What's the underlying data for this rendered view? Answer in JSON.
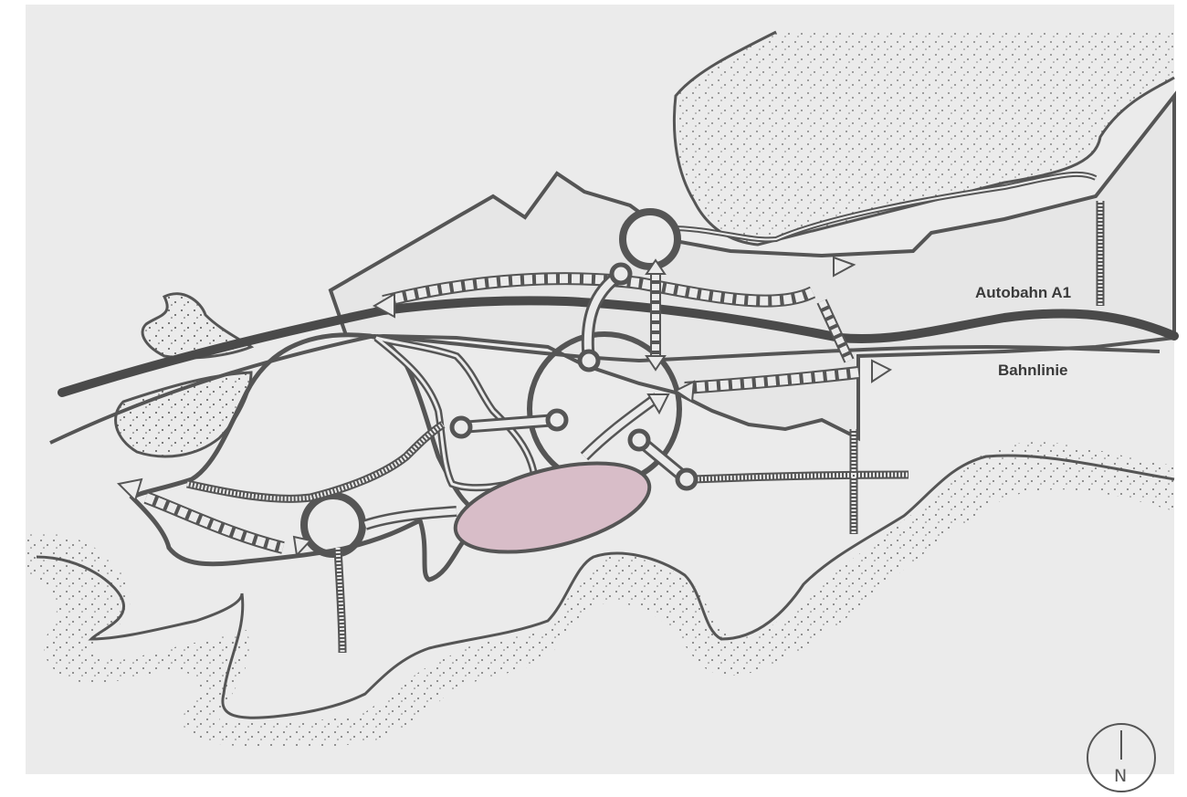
{
  "labels": {
    "motorway": "Autobahn A1",
    "railway": "Bahnlinie",
    "north": "N"
  },
  "legend_colors": {
    "background": "#ebebeb",
    "district_fill": "#e6e6e6",
    "line": "#555555",
    "centre_highlight": "#d8bdc8"
  },
  "icons": [
    "north-arrow-icon",
    "arrow-icon",
    "pedestrian-link-icon",
    "node-icon"
  ]
}
